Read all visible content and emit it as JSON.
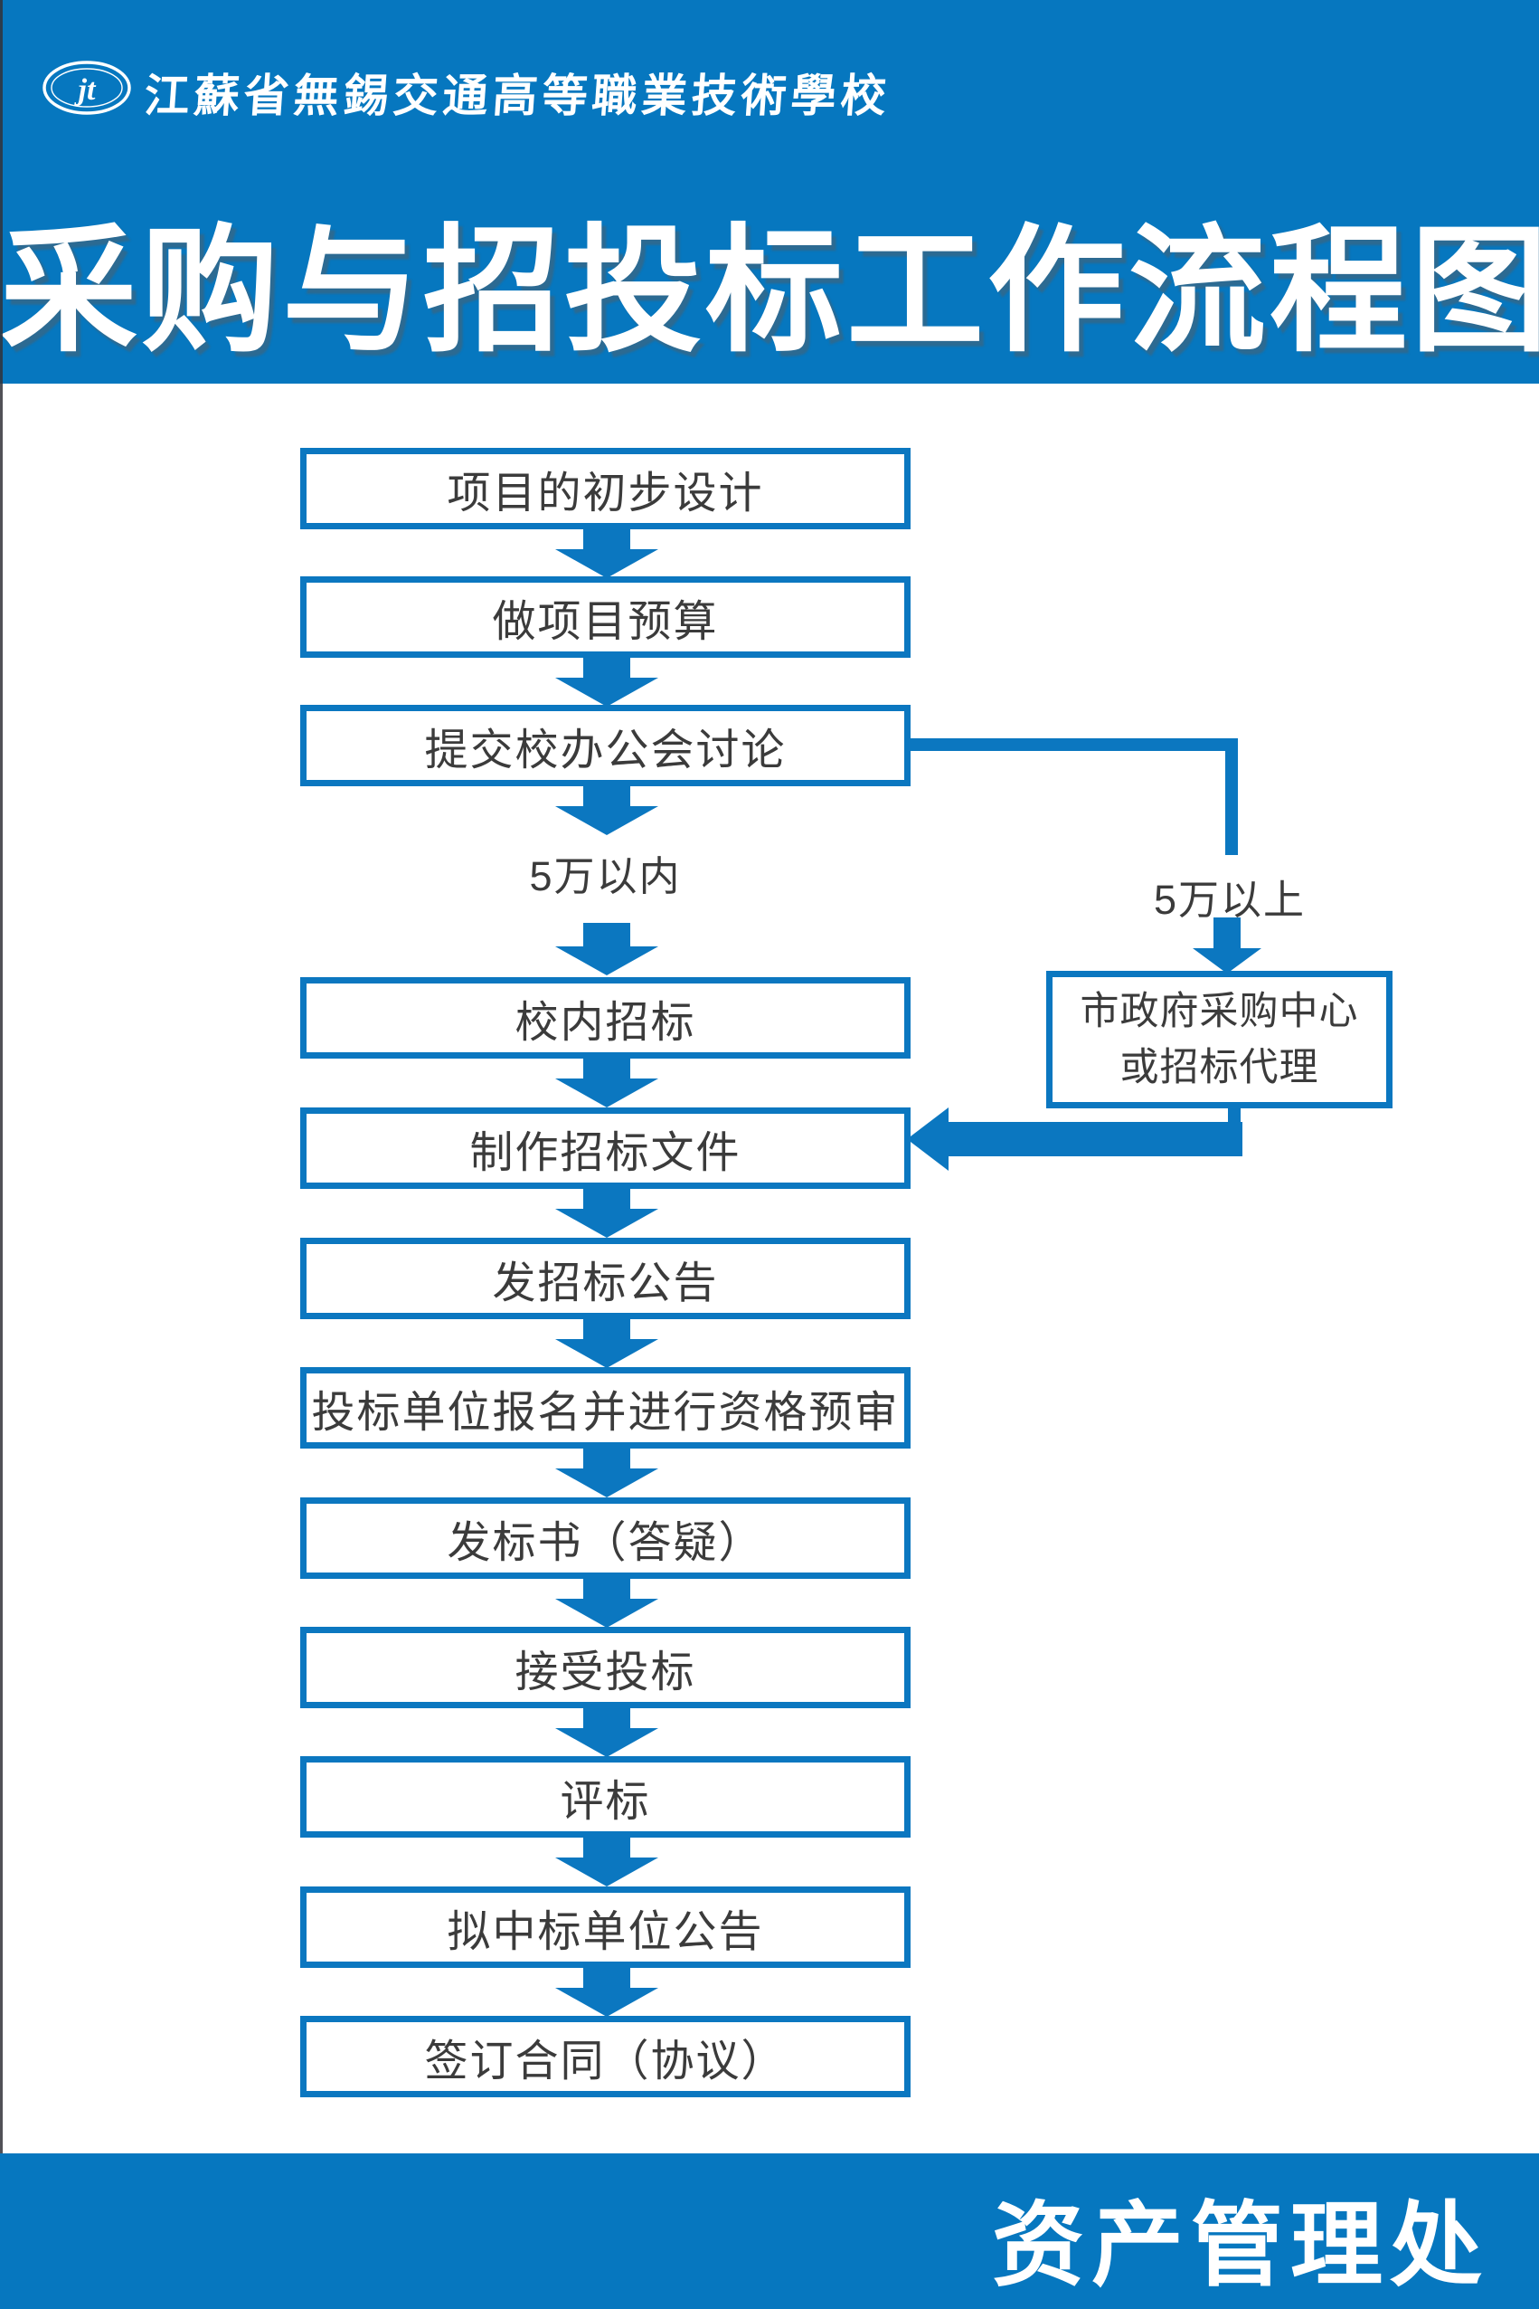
{
  "header": {
    "school_name": "江蘇省無錫交通高等職業技術學校",
    "title": "采购与招投标工作流程图",
    "emblem": "school-seal-with-jt-monogram"
  },
  "flow": {
    "main_steps": [
      "项目的初步设计",
      "做项目预算",
      "提交校办公会讨论",
      "校内招标",
      "制作招标文件",
      "发招标公告",
      "投标单位报名并进行资格预审",
      "发标书（答疑）",
      "接受投标",
      "评标",
      "拟中标单位公告",
      "签订合同（协议）"
    ],
    "branch_labels": {
      "left": "5万以内",
      "right": "5万以上"
    },
    "side_box": {
      "line1": "市政府采购中心",
      "line2": "或招标代理"
    }
  },
  "footer": {
    "department": "资产管理处"
  },
  "colors": {
    "brand_blue": "#0677bf",
    "line_blue": "#0b77c0",
    "text_dark": "#3b3b3b",
    "white": "#ffffff"
  }
}
